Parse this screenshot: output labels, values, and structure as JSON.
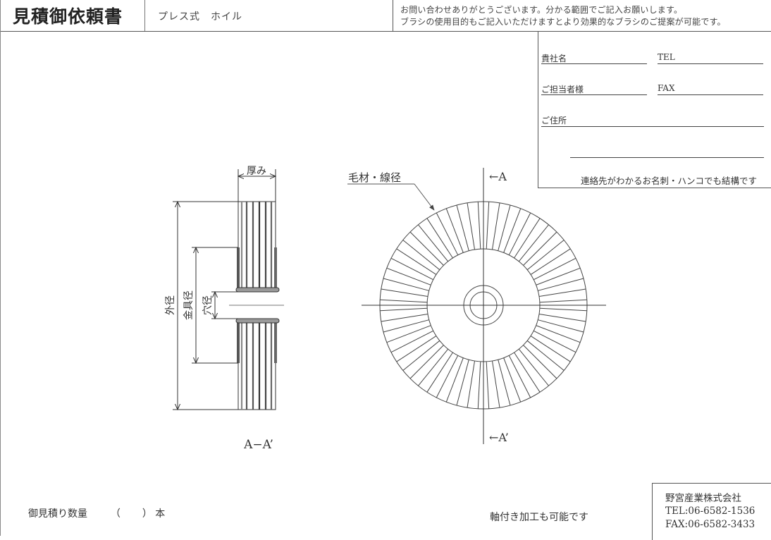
{
  "header": {
    "title": "見積御依頼書",
    "subtitle": "プレス式　ホイル",
    "notice_lines": [
      "お問い合わせありがとうございます。分かる範囲でご記入お願いします。",
      "ブラシの使用目的もご記入いただけますとより効果的なブラシのご提案が可能です。"
    ]
  },
  "customer_form": {
    "company_label": "貴社名",
    "tel_label": "TEL",
    "person_label": "ご担当者様",
    "fax_label": "FAX",
    "address_label": "ご住所",
    "note": "連絡先がわかるお名刺・ハンコでも結構です"
  },
  "drawing": {
    "side_view": {
      "thickness_label": "厚み",
      "outer_diameter_label": "外径",
      "fitting_diameter_label": "金具径",
      "hole_diameter_label": "穴径",
      "section_label": "A−A’"
    },
    "front_view": {
      "bristle_label": "毛材・線径",
      "section_mark_top": "←A",
      "section_mark_bottom": "←A’",
      "bristle_count": 60
    }
  },
  "footer": {
    "quantity_label": "御見積り数量",
    "quantity_open": "（",
    "quantity_value": "",
    "quantity_close": "）",
    "quantity_unit": "本",
    "shaft_note": "軸付き加工も可能です",
    "company": {
      "name": "野宮産業株式会社",
      "tel": "TEL:06-6582-1536",
      "fax": "FAX:06-6582-3433"
    }
  }
}
